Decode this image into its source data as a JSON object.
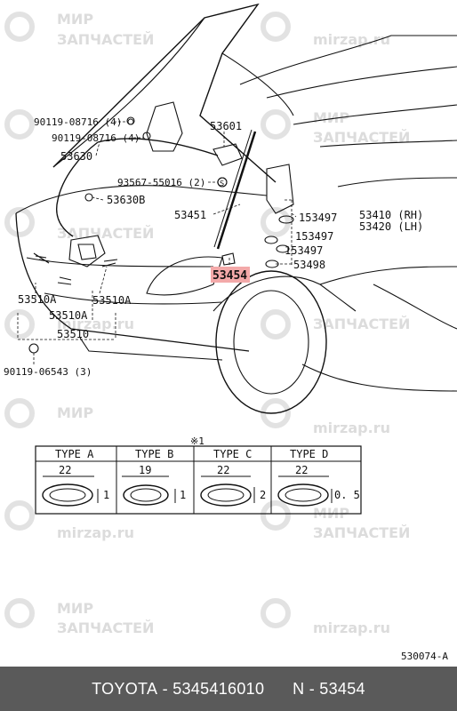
{
  "watermark": {
    "ru_line1": "МИР",
    "ru_line2": "ЗАПЧАСТЕЙ",
    "domain": "mirzap.ru"
  },
  "parts": {
    "p_90119_08716_a": "90119-08716 (4)",
    "p_90119_08716_b": "90119-08716 (4)",
    "p_53630": "53630",
    "p_53630B": "53630B",
    "p_53601": "53601",
    "p_93567": "93567-55016 (2)",
    "p_53451": "53451",
    "p_53497_a": "153497",
    "p_53497_b": "153497",
    "p_53497_c": "153497",
    "p_53410": "53410 (RH)",
    "p_53420": "53420 (LH)",
    "p_53498": "53498",
    "p_53454": "53454",
    "p_53510A_a": "53510A",
    "p_53510A_b": "53510A",
    "p_53510A_c": "53510A",
    "p_53510": "53510",
    "p_90119_06543": "90119-06543 (3)"
  },
  "types": {
    "note": "※1",
    "items": [
      {
        "label": "TYPE A",
        "width": "22",
        "thickness": "1"
      },
      {
        "label": "TYPE B",
        "width": "19",
        "thickness": "1"
      },
      {
        "label": "TYPE C",
        "width": "22",
        "thickness": "2"
      },
      {
        "label": "TYPE  D",
        "width": "22",
        "thickness": "0. 5"
      }
    ]
  },
  "diagram_code": "530074-A",
  "footer": {
    "brand": "TOYOTA",
    "part_number": "5345416010",
    "code": "N - 53454"
  }
}
